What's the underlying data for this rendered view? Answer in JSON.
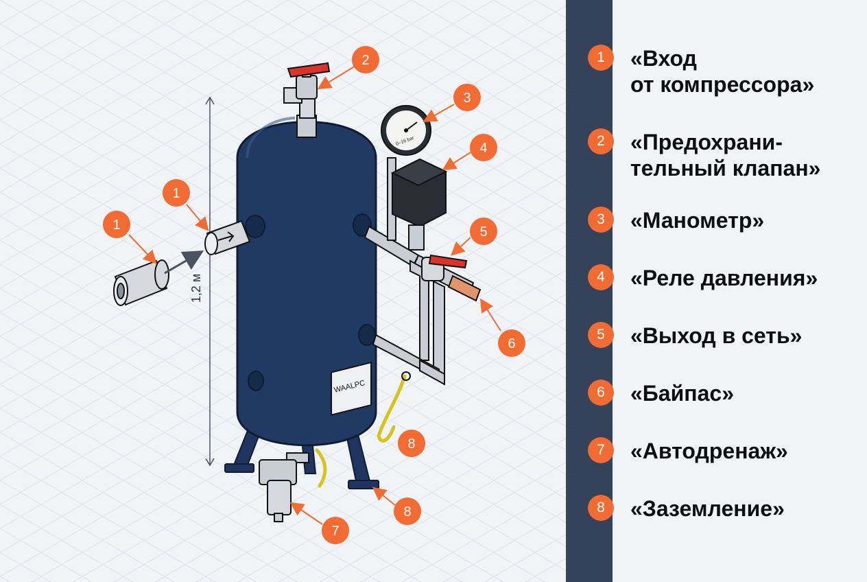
{
  "callouts": {
    "c1a": "1",
    "c1b": "1",
    "c2": "2",
    "c3": "3",
    "c4": "4",
    "c5": "5",
    "c6": "6",
    "c7": "7",
    "c8a": "8",
    "c8b": "8"
  },
  "height_label": "1,2 м",
  "plate_label": "WAALPC",
  "gauge_label": "0–16 bar",
  "colors": {
    "tank": "#213a63",
    "accent": "#f26b32",
    "valve": "#d9342b",
    "bar": "#34435a",
    "pipe": "#c9ced4"
  },
  "legend": [
    {
      "num": "1",
      "text": "«Вход\nот компрессора»"
    },
    {
      "num": "2",
      "text": "«Предохрани-\nтельный клапан»"
    },
    {
      "num": "3",
      "text": "«Манометр»"
    },
    {
      "num": "4",
      "text": "«Реле давления»"
    },
    {
      "num": "5",
      "text": "«Выход в сеть»"
    },
    {
      "num": "6",
      "text": "«Байпас»"
    },
    {
      "num": "7",
      "text": "«Автодренаж»"
    },
    {
      "num": "8",
      "text": "«Заземление»"
    }
  ]
}
